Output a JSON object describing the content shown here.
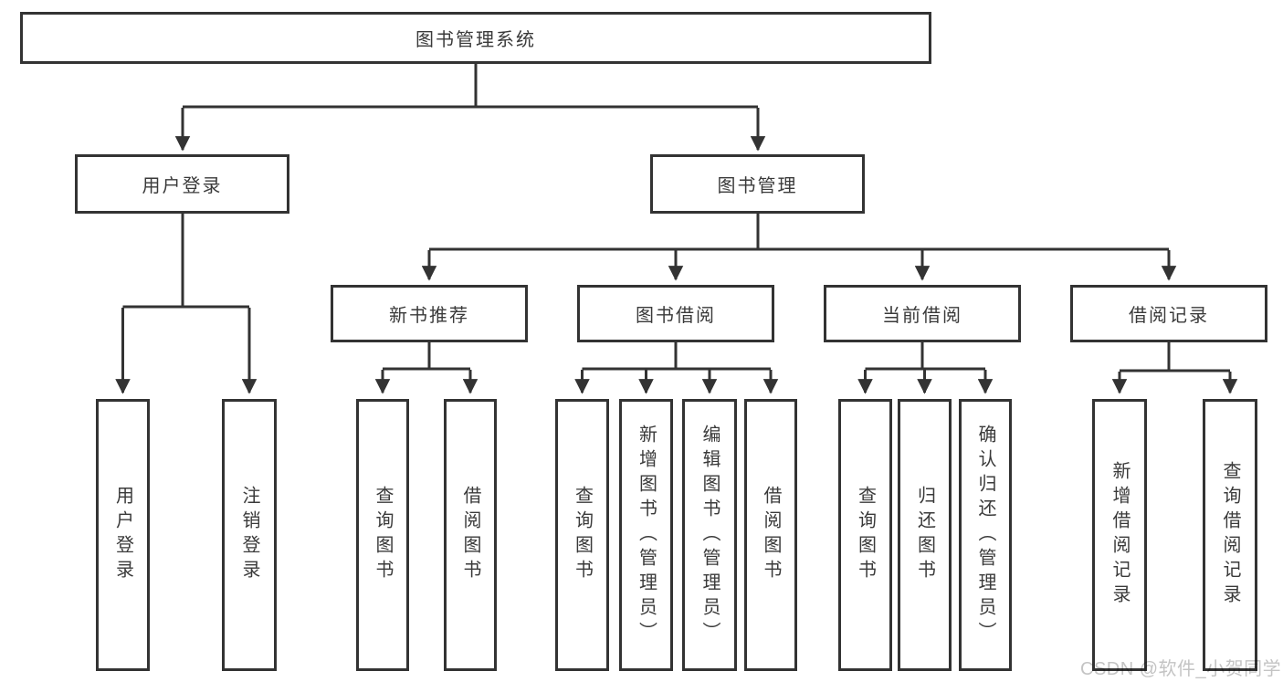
{
  "colors": {
    "line": "#333333",
    "text": "#3a3a3a",
    "background": "#ffffff",
    "watermark": "#c4c4c4"
  },
  "watermark": {
    "text": "CSDN @软件_小贺同学"
  },
  "diagram": {
    "root": {
      "label": "图书管理系统"
    },
    "children": [
      {
        "label": "用户登录",
        "children": [
          {
            "label": "用户登录"
          },
          {
            "label": "注销登录"
          }
        ]
      },
      {
        "label": "图书管理",
        "children": [
          {
            "label": "新书推荐",
            "children": [
              {
                "label": "查询图书"
              },
              {
                "label": "借阅图书"
              }
            ]
          },
          {
            "label": "图书借阅",
            "children": [
              {
                "label": "查询图书"
              },
              {
                "label": "新增图书（管理员）"
              },
              {
                "label": "编辑图书（管理员）"
              },
              {
                "label": "借阅图书"
              }
            ]
          },
          {
            "label": "当前借阅",
            "children": [
              {
                "label": "查询图书"
              },
              {
                "label": "归还图书"
              },
              {
                "label": "确认归还（管理员）"
              }
            ]
          },
          {
            "label": "借阅记录",
            "children": [
              {
                "label": "新增借阅记录"
              },
              {
                "label": "查询借阅记录"
              }
            ]
          }
        ]
      }
    ]
  }
}
